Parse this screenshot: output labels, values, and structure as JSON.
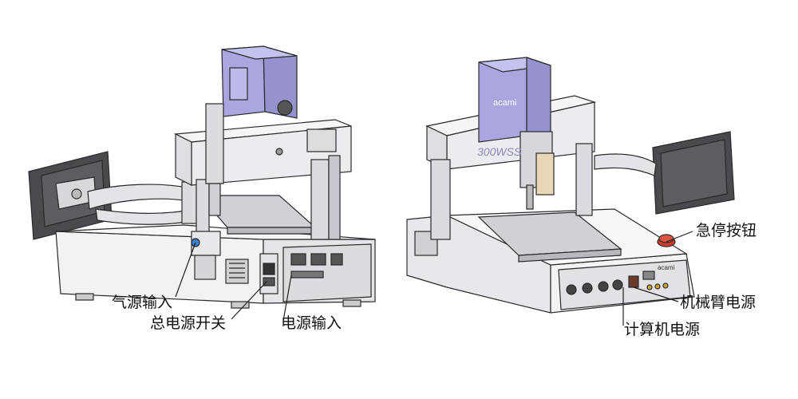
{
  "labels": {
    "air_input": "气源输入",
    "main_power_switch": "总电源开关",
    "power_input": "电源输入",
    "emergency_stop": "急停按钮",
    "arm_power": "机械臂电源",
    "computer_power": "计算机电源"
  },
  "branding": {
    "logo": "acami",
    "model_text": "300WSS"
  },
  "colors": {
    "head_blue": "#a9a6e0",
    "stop_red": "#d23a2a",
    "line": "#2a2a2a",
    "frame": "#eeeef0"
  }
}
